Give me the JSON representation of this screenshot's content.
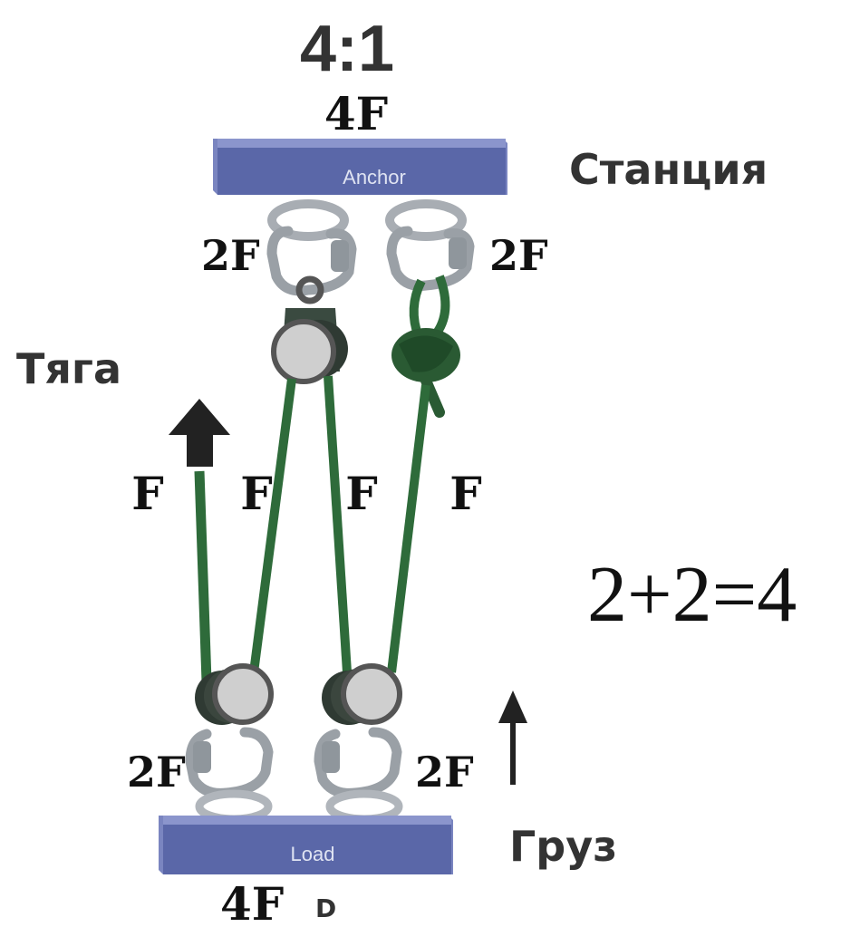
{
  "diagram": {
    "ratio_title": "4:1",
    "anchor_force": "4F",
    "anchor_plate_label": "Anchor",
    "anchor_caption": "Станция",
    "pull_caption": "Тяга",
    "top_left_force": "2F",
    "top_right_force": "2F",
    "rope_forces": [
      "F",
      "F",
      "F",
      "F"
    ],
    "equation": "2+2=4",
    "bottom_left_force": "2F",
    "bottom_right_force": "2F",
    "load_plate_label": "Load",
    "load_caption": "Груз",
    "load_force": "4F",
    "bottom_glyph": "D",
    "colors": {
      "plate": "#5a67a8",
      "rope": "#2e6b3a",
      "pulley": "#c8c8c8",
      "carabiner": "#9aa0a6",
      "arrow": "#222222"
    }
  }
}
